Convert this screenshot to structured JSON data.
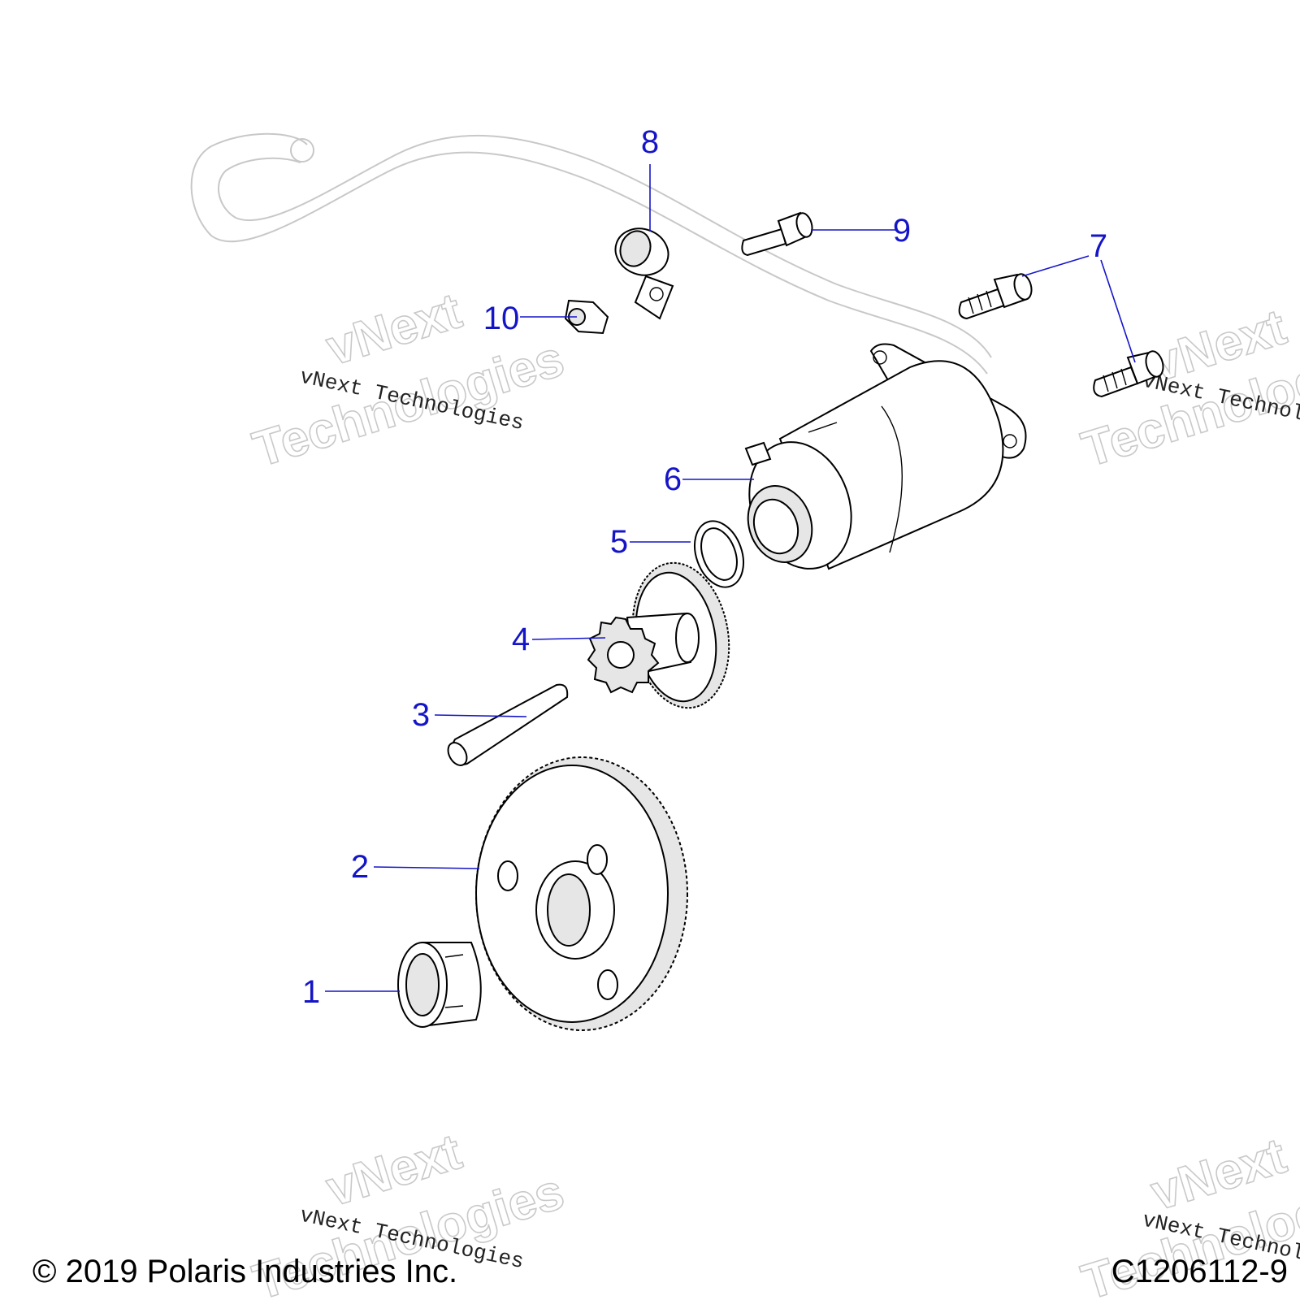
{
  "callouts": [
    {
      "id": "1",
      "label": "1"
    },
    {
      "id": "2",
      "label": "2"
    },
    {
      "id": "3",
      "label": "3"
    },
    {
      "id": "4",
      "label": "4"
    },
    {
      "id": "5",
      "label": "5"
    },
    {
      "id": "6",
      "label": "6"
    },
    {
      "id": "7",
      "label": "7"
    },
    {
      "id": "8",
      "label": "8"
    },
    {
      "id": "9",
      "label": "9"
    },
    {
      "id": "10",
      "label": "10"
    }
  ],
  "footer": {
    "copyright": "© 2019 Polaris Industries Inc.",
    "figure_code": "C1206112-9"
  },
  "watermark": {
    "line": "vNext Technologies",
    "word1": "vNext",
    "word2": "Technologies"
  },
  "colors": {
    "callout": "#1515c8",
    "linework": "#000000",
    "ghost": "#c8c8c8"
  }
}
